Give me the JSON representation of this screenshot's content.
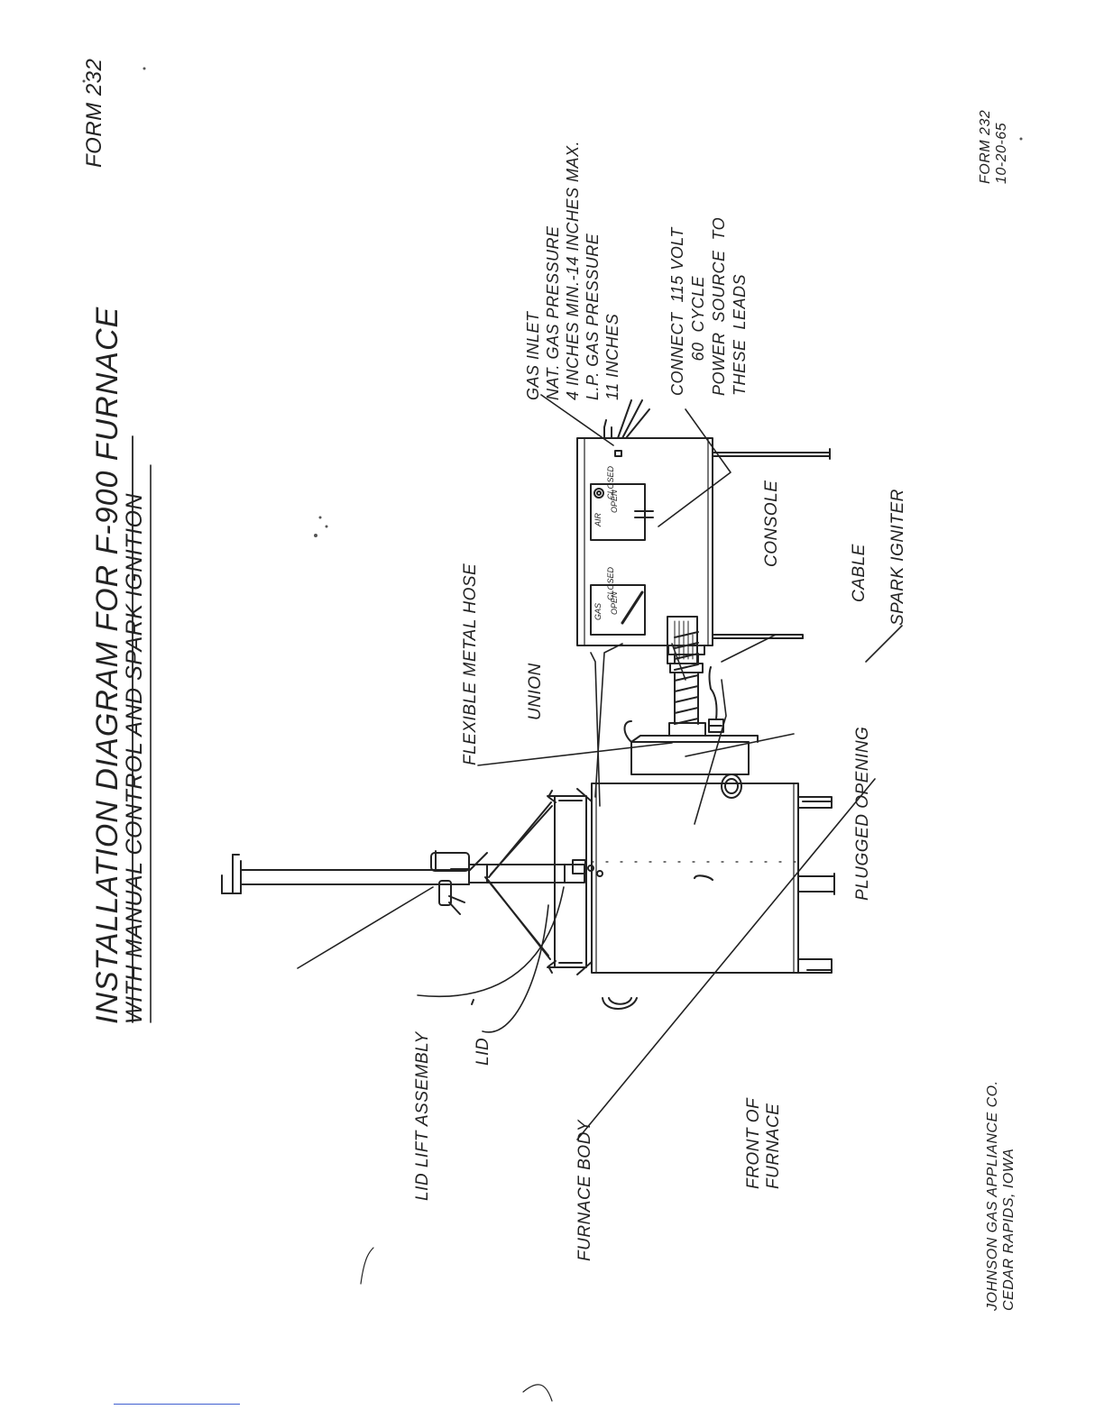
{
  "form_number": "FORM 232",
  "title": {
    "line1": "INSTALLATION  DIAGRAM FOR F-900 FURNACE",
    "line2": "WITH MANUAL CONTROL AND SPARK IGNITION"
  },
  "labels": {
    "lid_lift_assembly": "LID LIFT ASSEMBLY",
    "lid": "LID",
    "furnace_body": "FURNACE BODY",
    "front_of_furnace": "FRONT OF\nFURNACE",
    "flexible_metal_hose": "FLEXIBLE METAL HOSE",
    "union": "UNION",
    "plugged_opening": "PLUGGED OPENING",
    "spark_igniter": "SPARK IGNITER",
    "cable": "CABLE",
    "console": "CONSOLE",
    "gas_inlet": "GAS INLET\nNAT. GAS PRESSURE\n4 INCHES MIN.-14 INCHES MAX.\nL.P. GAS PRESSURE\n11 INCHES",
    "power": "CONNECT  115 VOLT\n       60  CYCLE\nPOWER  SOURCE  TO\nTHESE  LEADS"
  },
  "console_panel": {
    "gas": "GAS",
    "air": "AIR",
    "closed": "CLOSED",
    "open": "OPEN"
  },
  "company": {
    "line1": "JOHNSON GAS APPLIANCE  CO.",
    "line2": "CEDAR RAPIDS, IOWA"
  },
  "form_footer": {
    "line1": "FORM  232",
    "line2": "10-20-65"
  }
}
